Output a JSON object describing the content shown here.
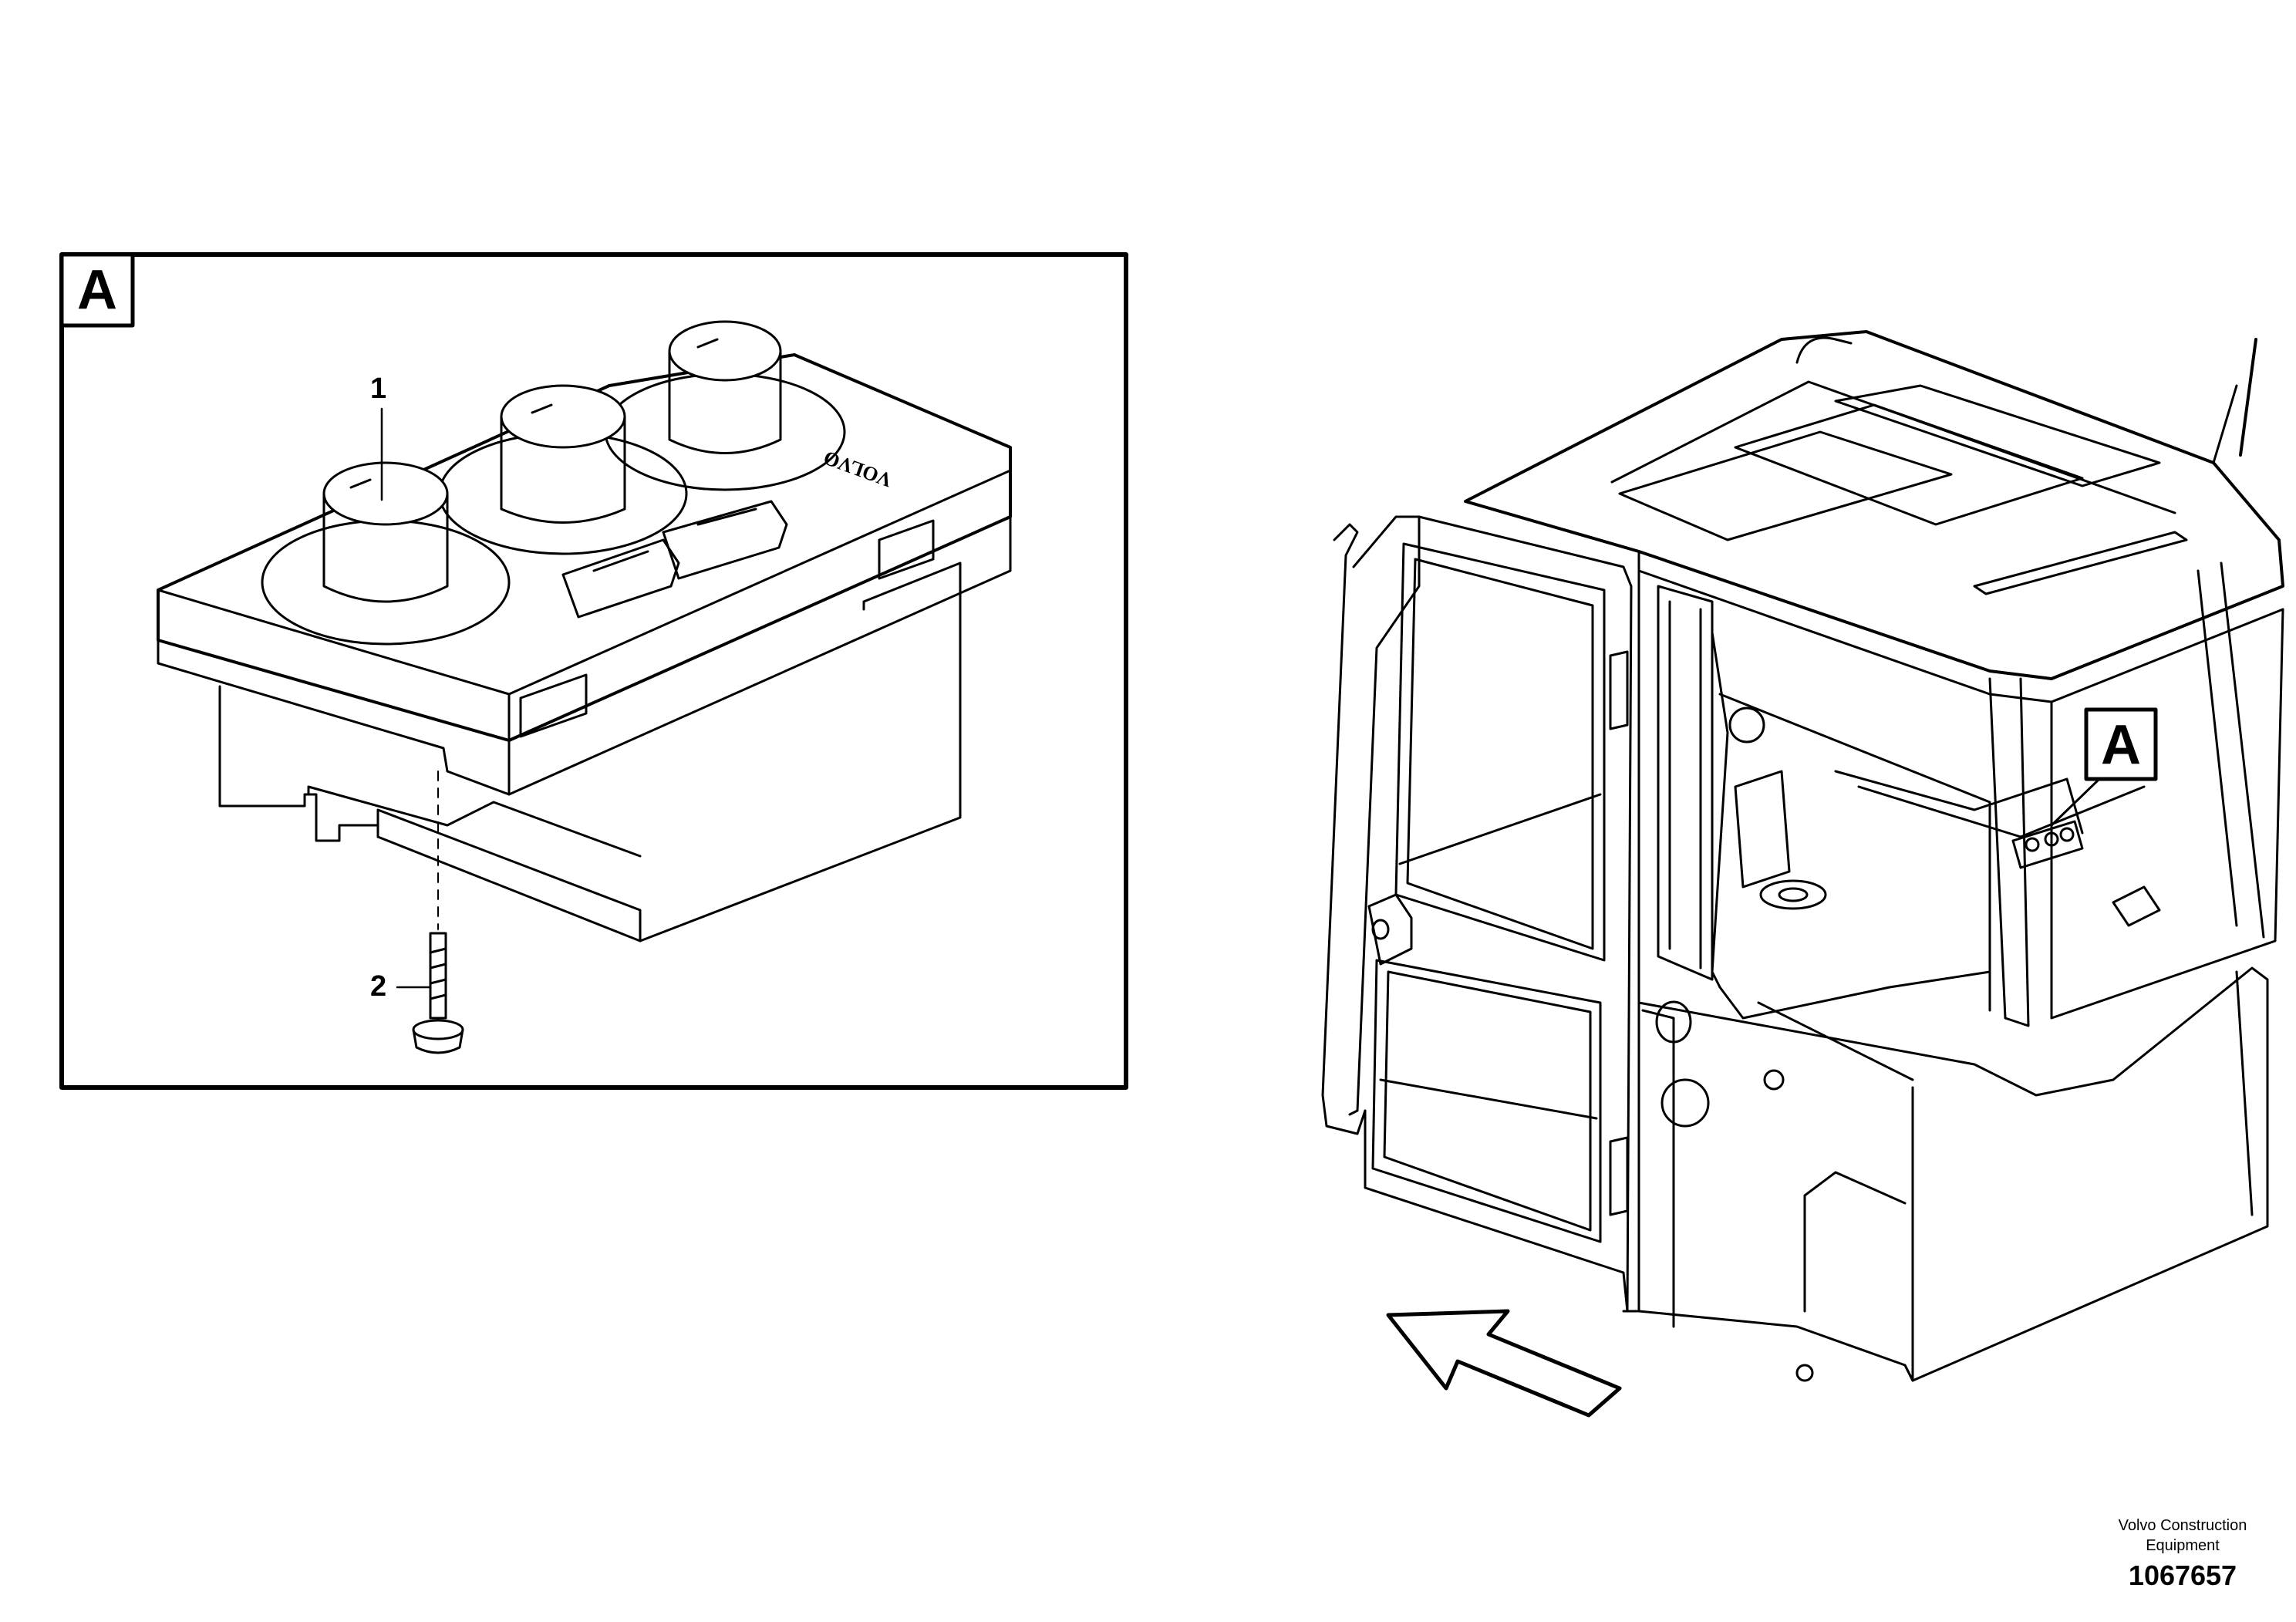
{
  "detail_label": "A",
  "view_label": "A",
  "parts": [
    {
      "number": "1"
    },
    {
      "number": "2"
    }
  ],
  "brand_mark": "VOLVO",
  "footer": {
    "company": "Volvo Construction Equipment",
    "drawing_number": "1067657"
  }
}
